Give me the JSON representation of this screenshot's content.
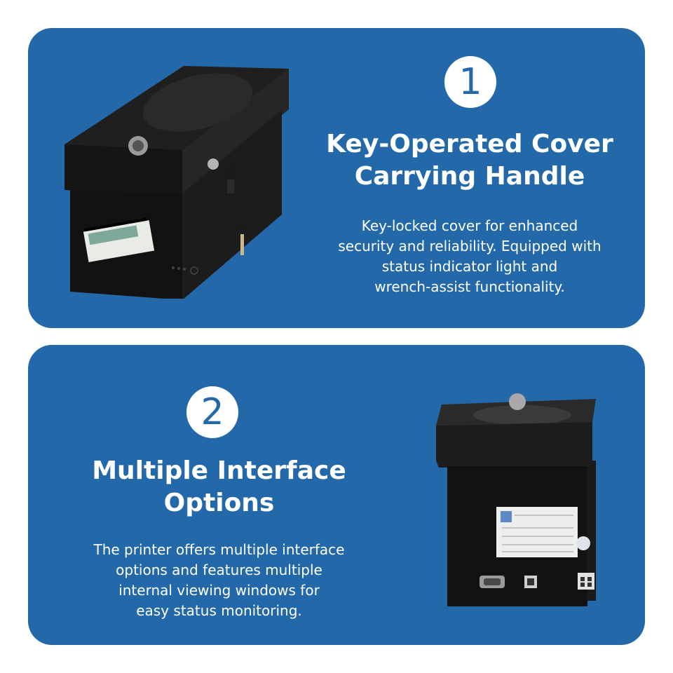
{
  "features": [
    {
      "number": "1",
      "title": "Key-Operated Cover\nCarrying Handle",
      "description": "Key-locked cover for enhanced\nsecurity and reliability. Equipped with\nstatus indicator light and\nwrench-assist functionality."
    },
    {
      "number": "2",
      "title": "Multiple Interface\nOptions",
      "description": "The printer offers multiple interface\noptions and features multiple\ninternal viewing windows for\neasy status monitoring."
    }
  ],
  "colors": {
    "card_background": "#2369a9",
    "text": "#ffffff",
    "badge_background": "#ffffff"
  }
}
